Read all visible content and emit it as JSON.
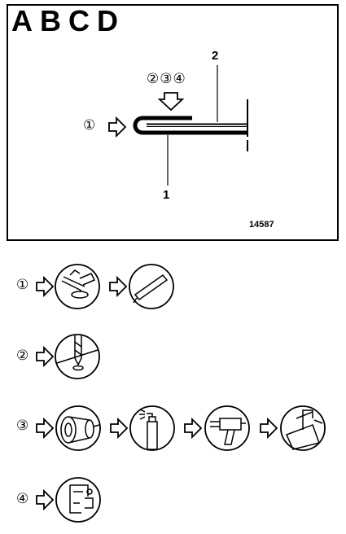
{
  "header": {
    "title": "ABCD"
  },
  "diagram": {
    "labels": {
      "part1": "1",
      "part2": "2"
    },
    "sequence": "②③④",
    "step1_marker": "①",
    "figure_number": "14587"
  },
  "steps": [
    {
      "marker": "①",
      "icons": [
        "grinder-icon",
        "chisel-icon"
      ]
    },
    {
      "marker": "②",
      "icons": [
        "drill-icon"
      ]
    },
    {
      "marker": "③",
      "icons": [
        "wire-brush-icon",
        "spray-can-icon",
        "welding-gun-icon",
        "clamp-icon"
      ]
    },
    {
      "marker": "④",
      "icons": [
        "spot-weld-clamp-icon"
      ]
    }
  ]
}
